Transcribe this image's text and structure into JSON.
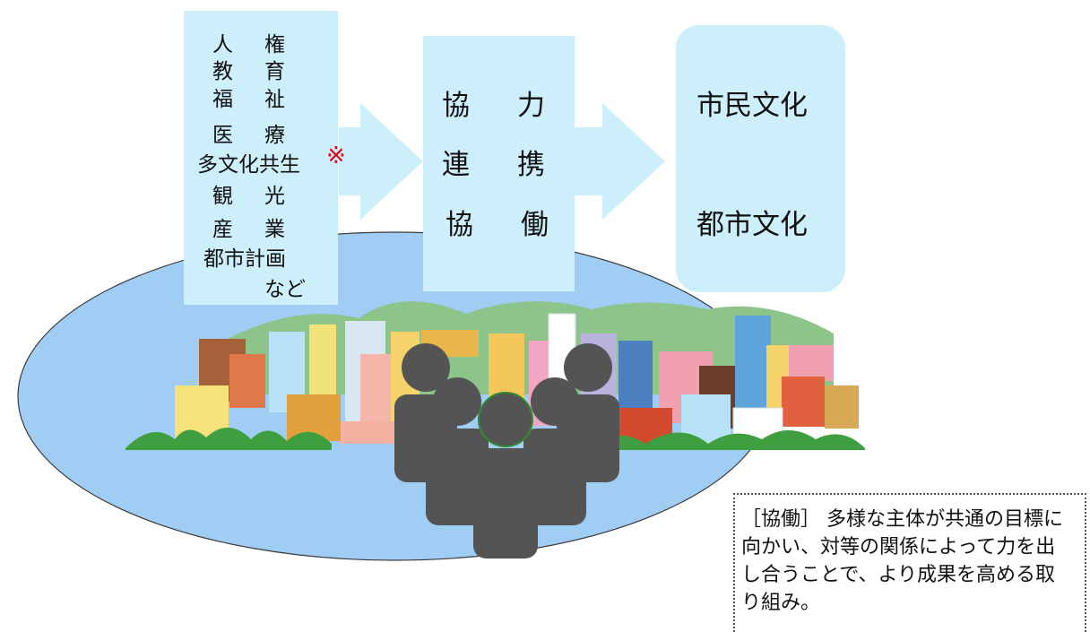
{
  "diagram": {
    "fields": {
      "items": [
        {
          "a": "人",
          "b": "権"
        },
        {
          "a": "教",
          "b": "育"
        },
        {
          "a": "福",
          "b": "祉"
        },
        {
          "a": "医",
          "b": "療"
        },
        {
          "full": "多文化共生"
        },
        {
          "a": "観",
          "b": "光"
        },
        {
          "a": "産",
          "b": "業"
        },
        {
          "full": "都市計画"
        },
        {
          "b": "など"
        }
      ],
      "asterisk": "※"
    },
    "cooperation": [
      {
        "a": "協",
        "b": "力"
      },
      {
        "a": "連",
        "b": "携"
      },
      {
        "a": "協",
        "b": "働"
      }
    ],
    "culture": [
      "市民文化",
      "都市文化"
    ],
    "note": "［協働］ 多様な主体が共通の目標に向かい、対等の関係によって力を出し合うことで、より成果を高める取り組み。",
    "colors": {
      "box": "#cdeefb",
      "arrow": "#cdeefb",
      "ellipse": "#9fcdf3",
      "asterisk": "#e60012",
      "people": "#545454",
      "mountain": "#8cc48a",
      "trees": "#3f9e3f"
    },
    "icons": [
      "arrow-right-icon",
      "arrow-right-icon",
      "city-skyline-illustration",
      "people-group-icon"
    ]
  }
}
